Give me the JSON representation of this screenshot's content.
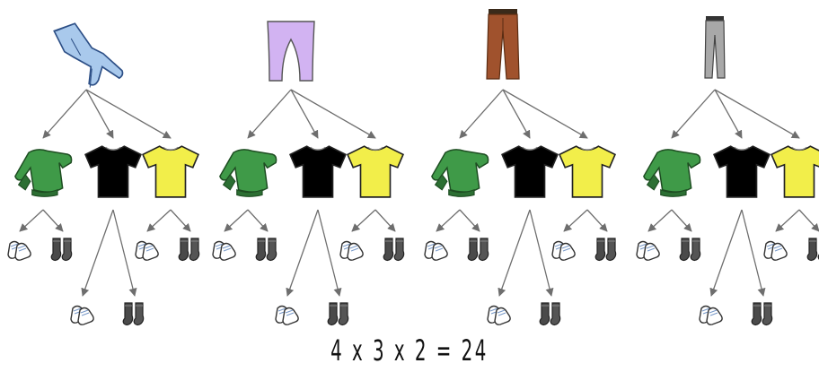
{
  "diagram": {
    "type": "tree",
    "branch_count": 4,
    "pants": [
      {
        "icon": "jeans-icon",
        "color": "#a9c9ec"
      },
      {
        "icon": "leggings-icon",
        "color": "#d2b3f2"
      },
      {
        "icon": "trousers-icon",
        "color": "#a0522d"
      },
      {
        "icon": "slim-pants-icon",
        "color": "#a8a8a8"
      }
    ],
    "tops": [
      {
        "icon": "sweater-icon",
        "color": "#3f9a48"
      },
      {
        "icon": "t-shirt-icon",
        "color": "#000000"
      },
      {
        "icon": "t-shirt-icon",
        "color": "#f2ee4a"
      }
    ],
    "socks": [
      {
        "icon": "white-socks-icon",
        "color": "#ffffff"
      },
      {
        "icon": "grey-socks-icon",
        "color": "#4a4a4a"
      }
    ],
    "arrow_color": "#6e6e6e"
  },
  "equation": "4 x 3 x 2 = 24"
}
